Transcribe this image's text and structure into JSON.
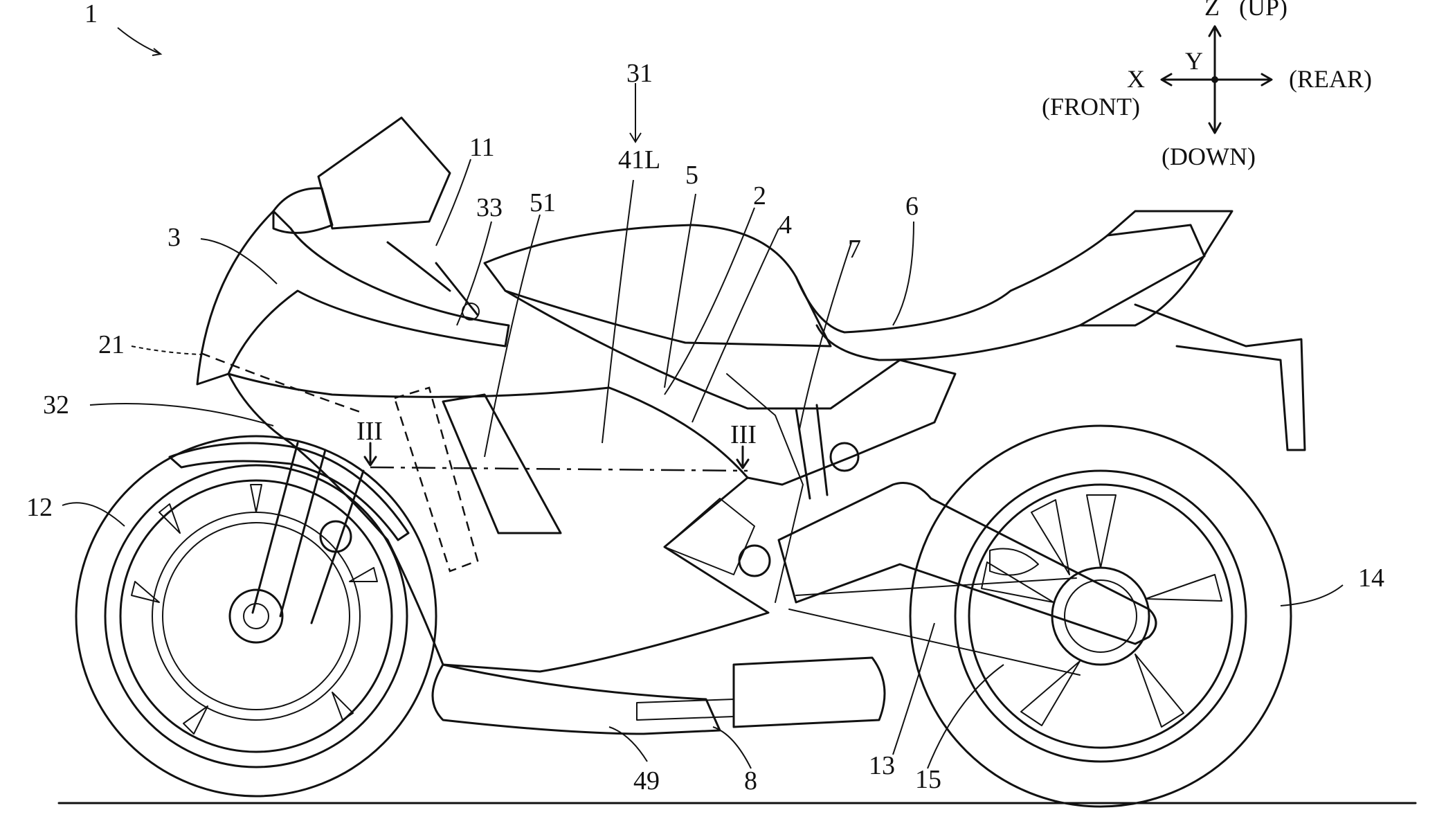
{
  "figure": {
    "reference_labels": {
      "r1": "1",
      "r31": "31",
      "r41L": "41L",
      "r11": "11",
      "r33": "33",
      "r51": "51",
      "r5": "5",
      "r2": "2",
      "r4": "4",
      "r6": "6",
      "r7": "7",
      "r3": "3",
      "r21": "21",
      "r32": "32",
      "r12": "12",
      "r14": "14",
      "r13": "13",
      "r15": "15",
      "r49": "49",
      "r8": "8",
      "section_left": "III",
      "section_right": "III"
    },
    "axes": {
      "z": "Z",
      "up": "(UP)",
      "y": "Y",
      "x": "X",
      "front": "(FRONT)",
      "rear": "(REAR)",
      "down": "(DOWN)"
    }
  }
}
